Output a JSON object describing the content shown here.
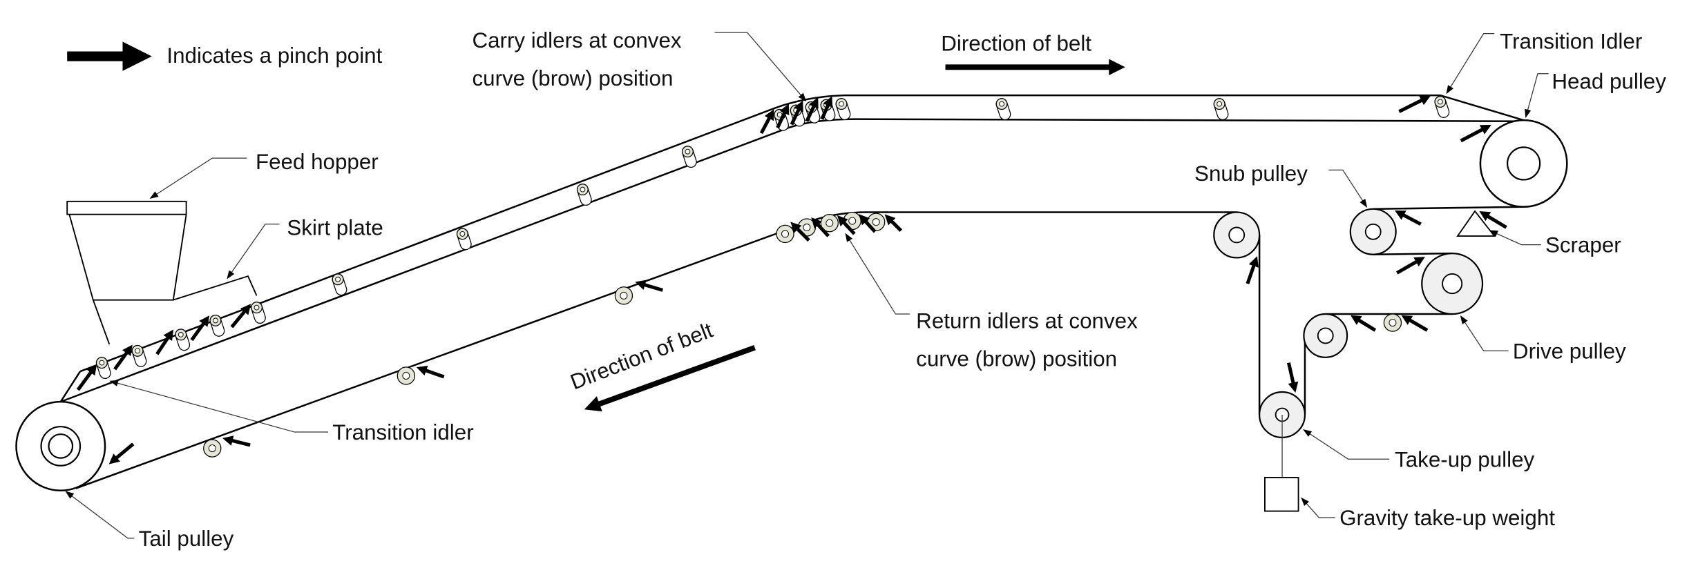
{
  "legend": {
    "text": "Indicates a pinch point",
    "icon": "thick-right-arrow-icon"
  },
  "labels": {
    "carry_idlers_line1": "Carry idlers at convex",
    "carry_idlers_line2": "curve (brow) position",
    "direction_top": "Direction of belt",
    "transition_idler_head": "Transition Idler",
    "head_pulley": "Head pulley",
    "feed_hopper": "Feed hopper",
    "skirt_plate": "Skirt plate",
    "snub_pulley": "Snub pulley",
    "scraper": "Scraper",
    "return_idlers_line1": "Return idlers at convex",
    "return_idlers_line2": "curve (brow) position",
    "drive_pulley": "Drive pulley",
    "direction_bottom": "Direction of belt",
    "transition_idler_tail": "Transition idler",
    "take_up_pulley": "Take-up pulley",
    "gravity_weight": "Gravity take-up weight",
    "tail_pulley": "Tail pulley"
  },
  "colors": {
    "line": "#000000",
    "idler_fill": "#e6e6d6",
    "pulley_fill": "#f0f0f0",
    "background": "#ffffff"
  }
}
